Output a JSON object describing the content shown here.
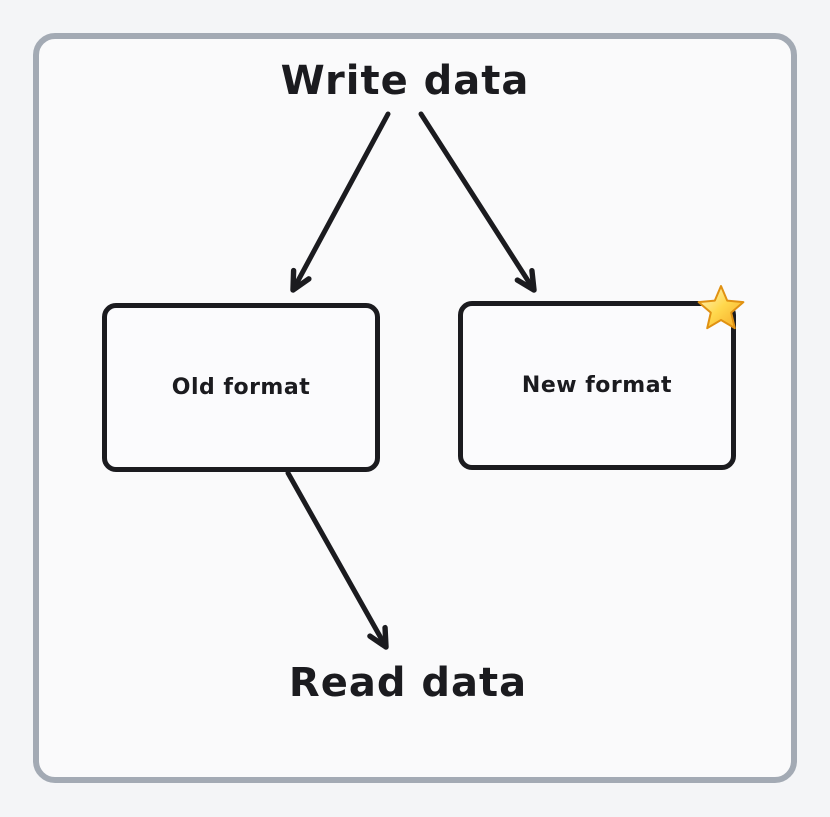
{
  "frame": {
    "outer_background": "#f4f5f7",
    "inner_background": "#fafafb",
    "border_color": "#a3aab4"
  },
  "diagram": {
    "stroke_color": "#1b1b1f",
    "source_label": "Write data",
    "sink_label": "Read data",
    "nodes": [
      {
        "id": "old-format",
        "label": "Old format"
      },
      {
        "id": "new-format",
        "label": "New format",
        "badge": "star-icon"
      }
    ],
    "edges": [
      {
        "from": "write-data",
        "to": "old-format"
      },
      {
        "from": "write-data",
        "to": "new-format"
      },
      {
        "from": "old-format",
        "to": "read-data"
      }
    ],
    "star": {
      "light": "#fff6cf",
      "mid": "#ffd84d",
      "deep": "#f5a623",
      "outline": "#e09112"
    }
  }
}
